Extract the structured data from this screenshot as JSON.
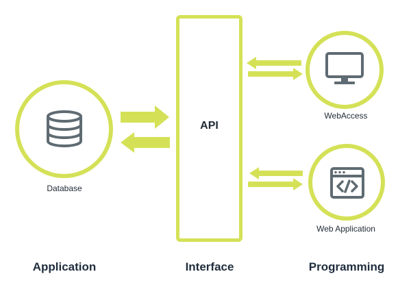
{
  "center": {
    "label": "API"
  },
  "nodes": {
    "database": {
      "label": "Database",
      "icon": "database-icon"
    },
    "webaccess": {
      "label": "WebAccess",
      "icon": "monitor-icon"
    },
    "webapp": {
      "label": "Web Application",
      "icon": "code-window-icon"
    }
  },
  "columns": {
    "left": "Application",
    "middle": "Interface",
    "right": "Programming"
  },
  "colors": {
    "accent": "#d4e157",
    "icon": "#5f6b72",
    "text": "#212b36"
  }
}
